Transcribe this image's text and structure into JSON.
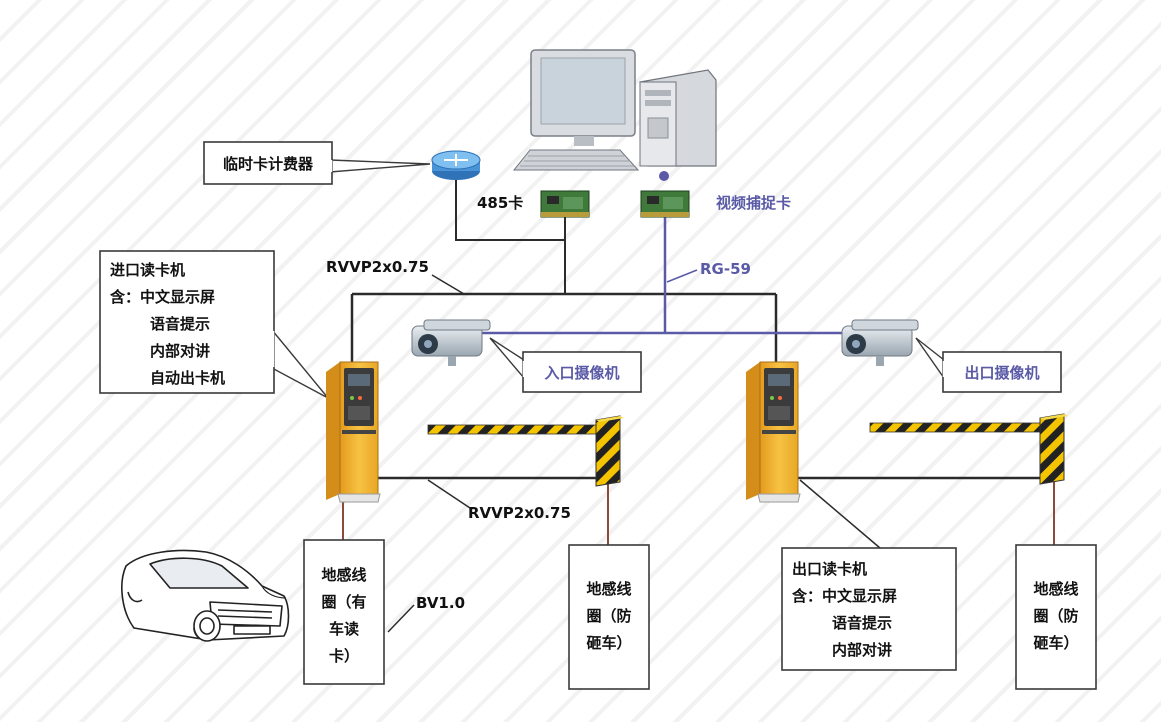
{
  "labels": {
    "temp_card_meter": "临时卡计费器",
    "rs485_card": "485卡",
    "video_capture_card": "视频捕捉卡",
    "rvvp_top": "RVVP2x0.75",
    "rg59": "RG-59",
    "rvvp_bottom": "RVVP2x0.75",
    "bv": "BV1.0",
    "entry_camera": "入口摄像机",
    "exit_camera": "出口摄像机"
  },
  "entry_reader": {
    "title": "进口读卡机",
    "includes": "含：中文显示屏",
    "item2": "语音提示",
    "item3": "内部对讲",
    "item4": "自动出卡机"
  },
  "exit_reader": {
    "title": "出口读卡机",
    "includes": "含：中文显示屏",
    "item2": "语音提示",
    "item3": "内部对讲"
  },
  "loop_entry_detect": {
    "line1": "地感线",
    "line2": "圈（有",
    "line3": "车读",
    "line4": "卡）"
  },
  "loop_entry_guard": {
    "line1": "地感线",
    "line2": "圈（防",
    "line3": "砸车）"
  },
  "loop_exit_guard": {
    "line1": "地感线",
    "line2": "圈（防",
    "line3": "砸车）"
  },
  "colors": {
    "wire": "#2b2b2b",
    "video_wire": "#5a5aa6",
    "kiosk": "#f2b230",
    "hazard_yellow": "#f5c400"
  }
}
